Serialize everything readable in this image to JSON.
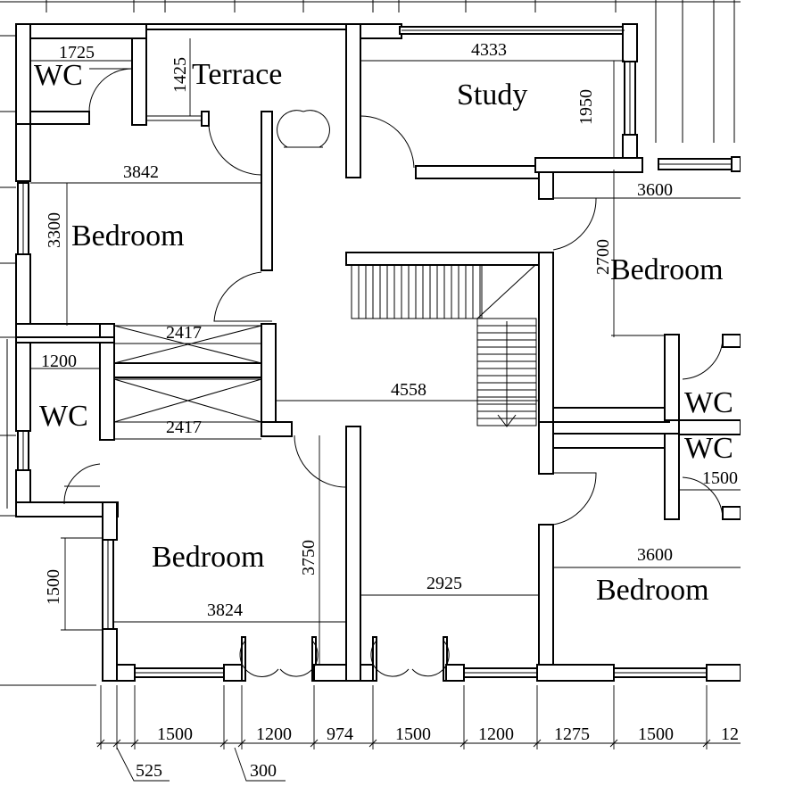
{
  "rooms": {
    "wc_top": "WC",
    "terrace": "Terrace",
    "study": "Study",
    "bedroom_left": "Bedroom",
    "bedroom_right_top": "Bedroom",
    "wc_left": "WC",
    "wc_right_1": "WC",
    "wc_right_2": "WC",
    "bedroom_bottom_left": "Bedroom",
    "bedroom_bottom_right": "Bedroom"
  },
  "dimensions": {
    "wc_top_width": "1725",
    "terrace_height": "1425",
    "study_width": "4333",
    "study_height": "1950",
    "bedroom_left_width": "3842",
    "bedroom_left_height": "3300",
    "bedroom_right_top_width": "3600",
    "bedroom_right_top_height": "2700",
    "closet_upper": "2417",
    "closet_lower": "2417",
    "wc_left_width": "1200",
    "hall_width": "4558",
    "wc_right_width": "1500",
    "bedroom_bottom_left_height": "3750",
    "window_left_height": "1500",
    "bedroom_bottom_left_width": "3824",
    "corridor_width": "2925",
    "bedroom_bottom_right_width": "3600"
  },
  "bottom_dimensions": [
    "1500",
    "1200",
    "974",
    "1500",
    "1200",
    "1275",
    "1500",
    "12"
  ],
  "offset_dimensions": [
    "525",
    "300"
  ]
}
